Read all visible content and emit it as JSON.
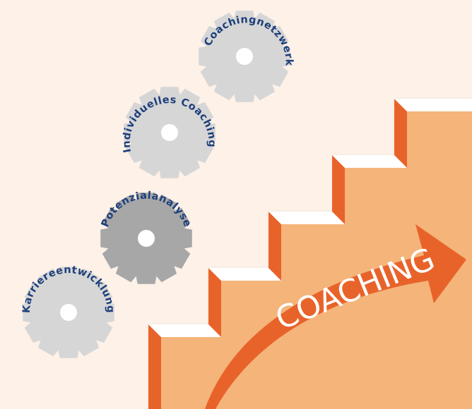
{
  "colors": {
    "background": "#fdf1e8",
    "stair_face": "#f4b47a",
    "stair_side": "#e8632a",
    "stair_top": "#ffffff",
    "arrow": "#e8632a",
    "arrow_text": "#ffffff",
    "gear_light": "#d6d6d6",
    "gear_dark": "#a7a7a8",
    "gear_text": "#1d3f7a"
  },
  "gears": [
    {
      "label": "Karriereentwicklung",
      "shade": "light"
    },
    {
      "label": "Potenzialanalyse",
      "shade": "dark"
    },
    {
      "label": "Individuelles Coaching",
      "shade": "light"
    },
    {
      "label": "Coachingnetzwerk",
      "shade": "light"
    }
  ],
  "arrow_label": "COACHING"
}
